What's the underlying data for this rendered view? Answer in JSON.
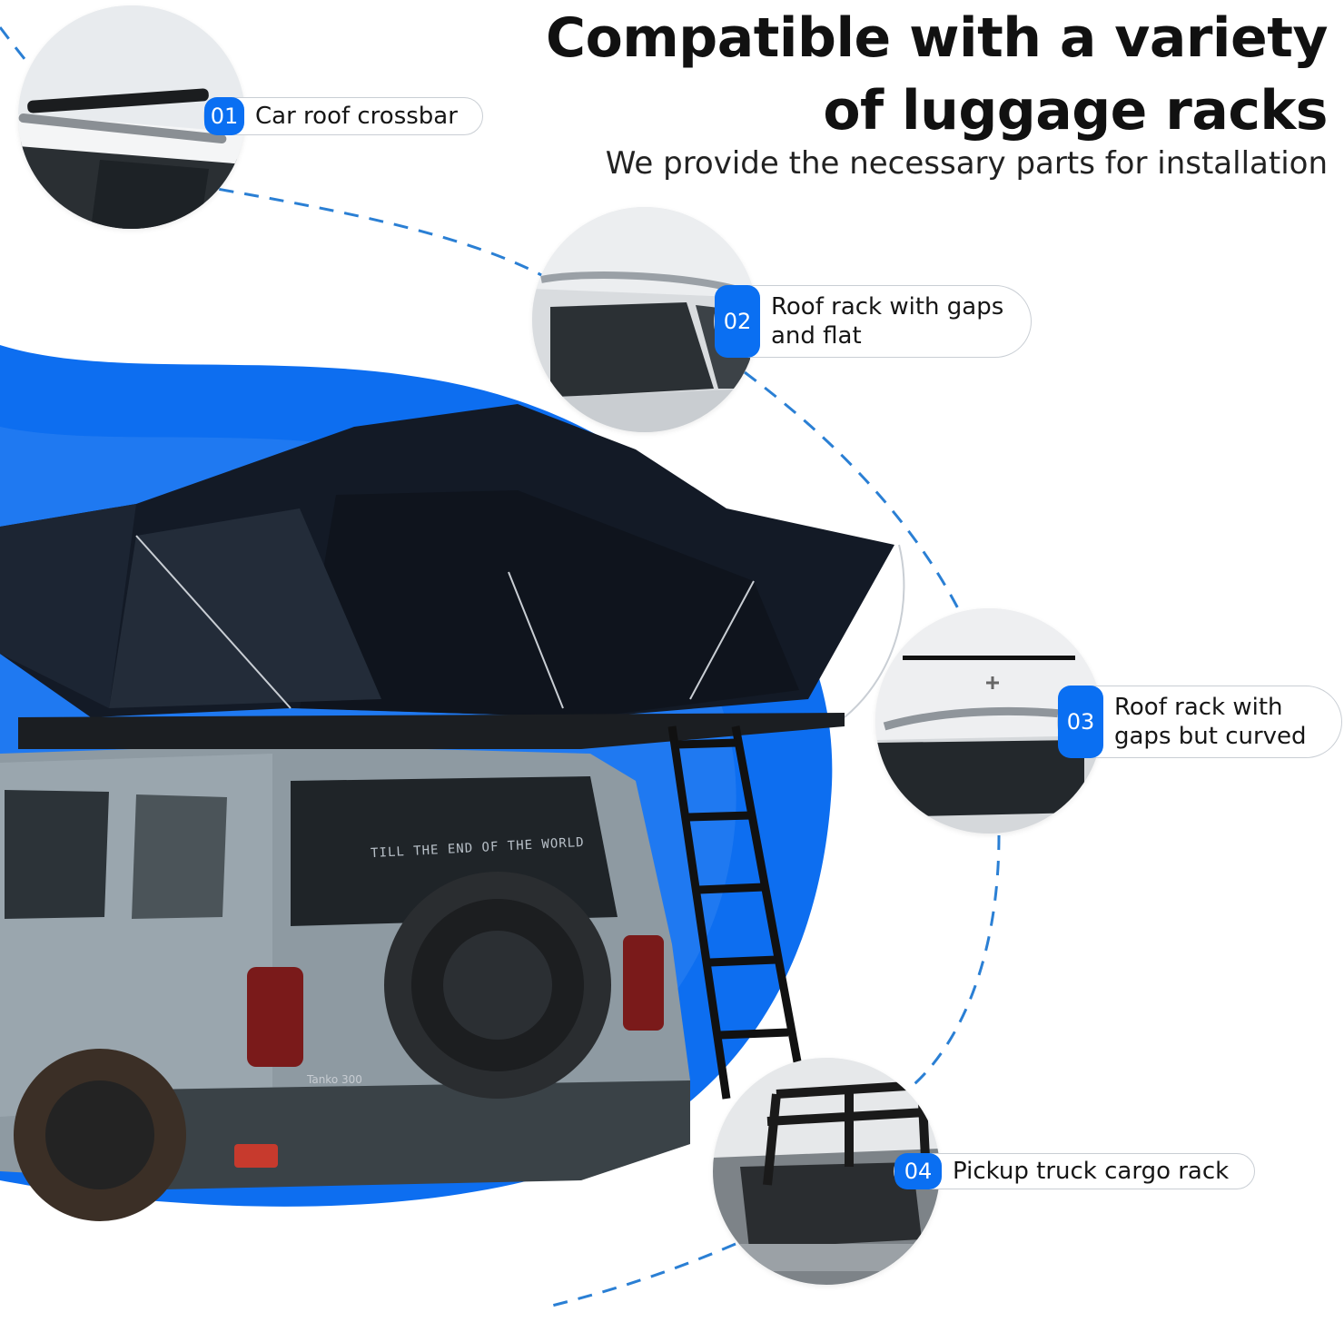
{
  "heading": {
    "line1": "Compatible with a variety",
    "line2": "of luggage racks",
    "subtitle": "We provide the necessary parts for installation"
  },
  "callouts": [
    {
      "number": "01",
      "label": "Car roof crossbar"
    },
    {
      "number": "02",
      "label": "Roof rack with gaps and flat"
    },
    {
      "number": "03",
      "label": "Roof rack with gaps but curved"
    },
    {
      "number": "04",
      "label": "Pickup truck cargo rack"
    }
  ],
  "photo": {
    "rear_window_text": "TILL THE END OF THE WORLD",
    "watermark": "Tanko 300"
  },
  "colors": {
    "accent": "#0a6ff2",
    "blob": "#0d6ef0",
    "dash": "#2a7fd4"
  }
}
